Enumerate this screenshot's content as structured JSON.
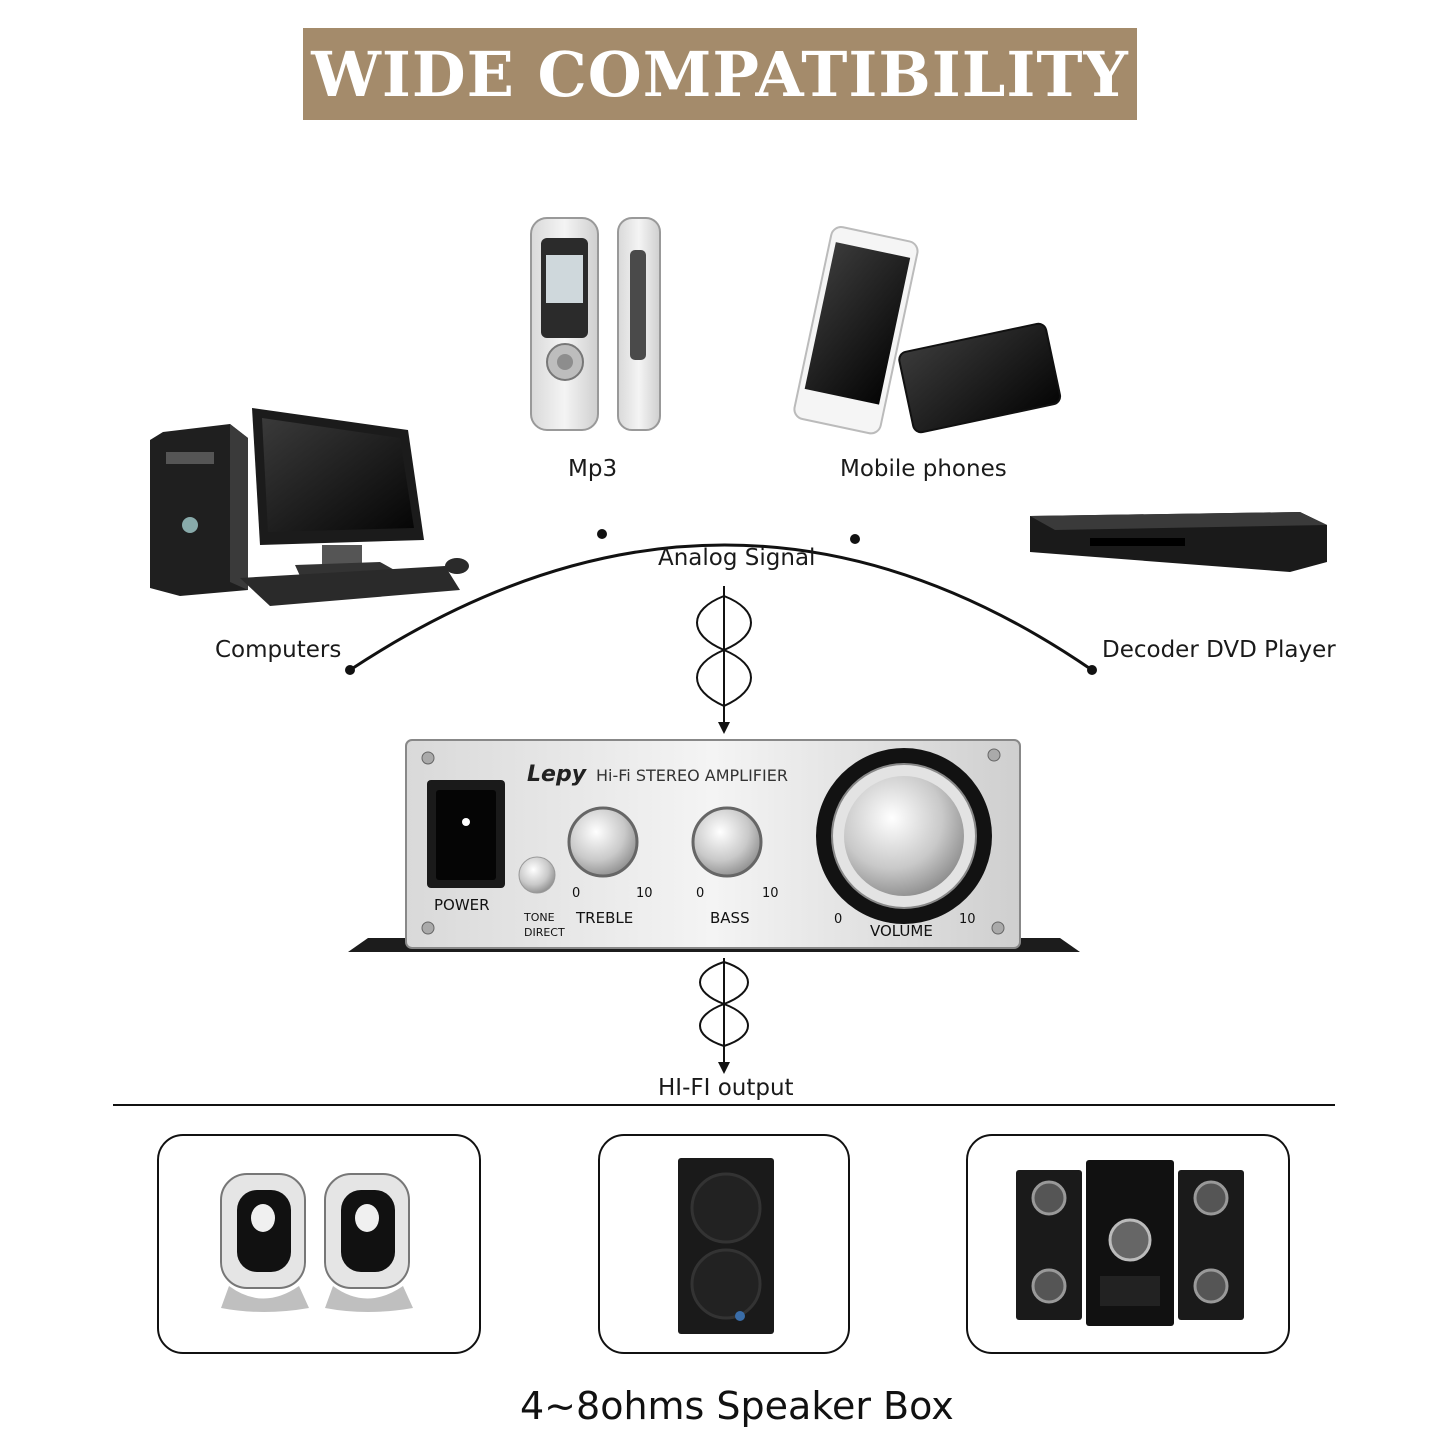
{
  "title": "WIDE COMPATIBILITY",
  "sources": {
    "mp3": "Mp3",
    "mobile": "Mobile phones",
    "computers": "Computers",
    "dvd": "Decoder DVD Player",
    "signal": "Analog Signal"
  },
  "amplifier": {
    "brand": "Lepy",
    "model": "Hi-Fi STEREO AMPLIFIER",
    "power": "POWER",
    "tone": "TONE",
    "direct": "DIRECT",
    "treble": "TREBLE",
    "bass": "BASS",
    "volume": "VOLUME",
    "min": "0",
    "max": "10"
  },
  "output": "HI-FI output",
  "footer": "4~8ohms Speaker Box",
  "colors": {
    "banner": "#a48b6b",
    "banner_text": "#ffffff"
  }
}
